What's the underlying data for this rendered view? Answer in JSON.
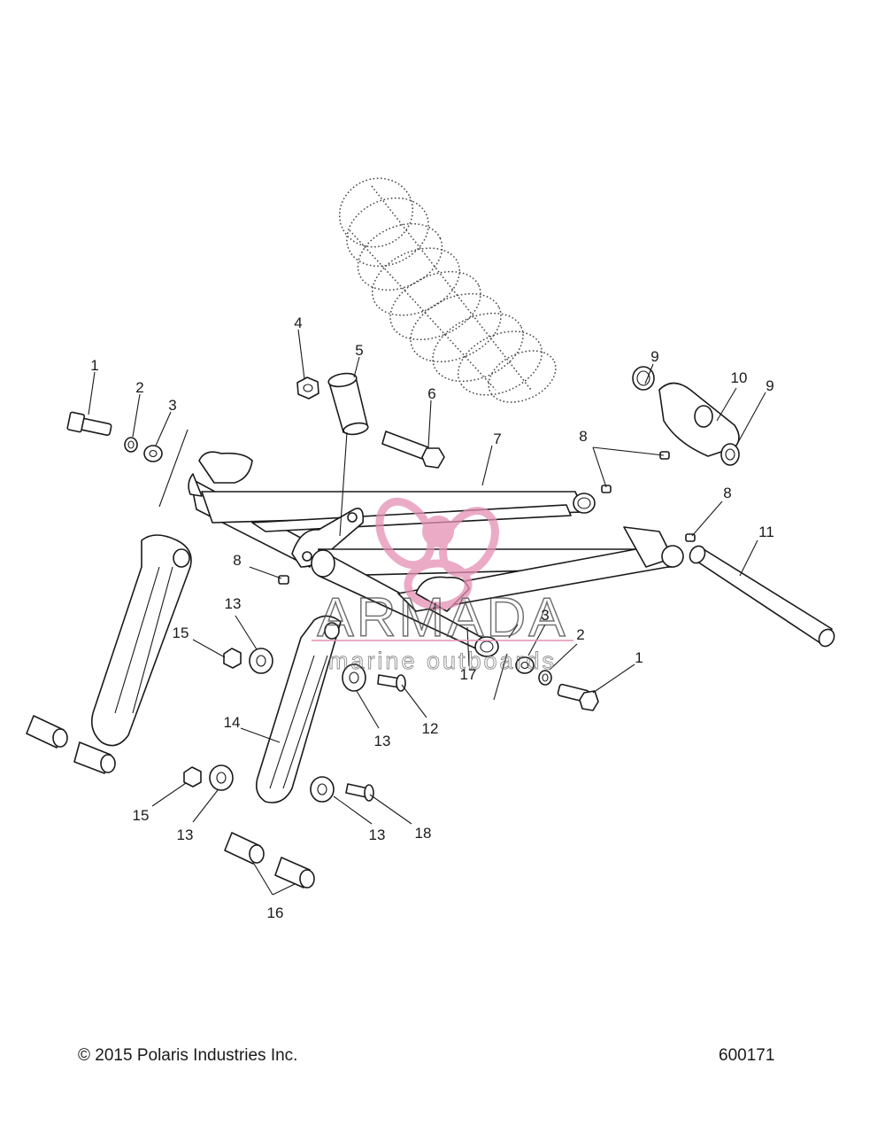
{
  "diagram": {
    "callouts": [
      {
        "id": "c1a",
        "label": "1"
      },
      {
        "id": "c2a",
        "label": "2"
      },
      {
        "id": "c3a",
        "label": "3"
      },
      {
        "id": "c4",
        "label": "4"
      },
      {
        "id": "c5",
        "label": "5"
      },
      {
        "id": "c6",
        "label": "6"
      },
      {
        "id": "c7",
        "label": "7"
      },
      {
        "id": "c8a",
        "label": "8"
      },
      {
        "id": "c9a",
        "label": "9"
      },
      {
        "id": "c10",
        "label": "10"
      },
      {
        "id": "c9b",
        "label": "9"
      },
      {
        "id": "c8b",
        "label": "8"
      },
      {
        "id": "c11",
        "label": "11"
      },
      {
        "id": "c8c",
        "label": "8"
      },
      {
        "id": "c13a",
        "label": "13"
      },
      {
        "id": "c15a",
        "label": "15"
      },
      {
        "id": "c3b",
        "label": "3"
      },
      {
        "id": "c2b",
        "label": "2"
      },
      {
        "id": "c1b",
        "label": "1"
      },
      {
        "id": "c17",
        "label": "17"
      },
      {
        "id": "c12",
        "label": "12"
      },
      {
        "id": "c13b",
        "label": "13"
      },
      {
        "id": "c14",
        "label": "14"
      },
      {
        "id": "c15b",
        "label": "15"
      },
      {
        "id": "c13c",
        "label": "13"
      },
      {
        "id": "c13d",
        "label": "13"
      },
      {
        "id": "c18",
        "label": "18"
      },
      {
        "id": "c16",
        "label": "16"
      }
    ]
  },
  "watermark": {
    "brand": "ARMADA",
    "subtitle": "marine outboards",
    "accent_color": "#e58fb4"
  },
  "footer": {
    "copyright": "© 2015 Polaris Industries Inc.",
    "drawing_number": "600171"
  }
}
